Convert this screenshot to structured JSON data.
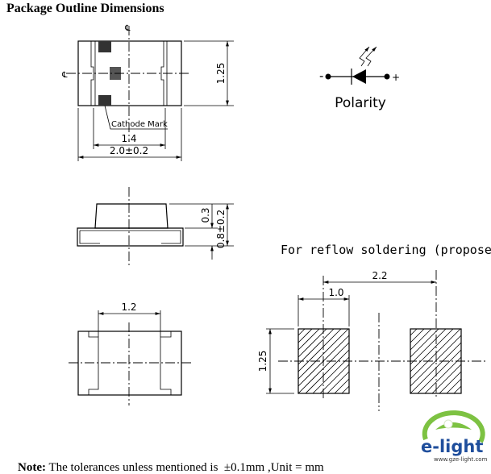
{
  "title": "Package Outline Dimensions",
  "top_view": {
    "centerline_mark": "℄",
    "cathode_label": "Cathode Mark",
    "dim_inner_width": "1.4",
    "dim_total_width": "2.0±0.2",
    "dim_height": "1.25"
  },
  "polarity": {
    "label": "Polarity",
    "minus": "-",
    "plus": "+"
  },
  "side_view": {
    "dim_lens": "0.3",
    "dim_total_height": "0.8±0.2"
  },
  "bottom_view": {
    "dim_pad_gap": "1.2"
  },
  "reflow": {
    "title": "For reflow soldering (propose)",
    "dim_pad_width": "1.0",
    "dim_pitch": "2.2",
    "dim_pad_height": "1.25"
  },
  "note": {
    "label": "Note:",
    "text": " The tolerances unless mentioned is  ±0.1mm ,Unit = mm"
  },
  "logo": {
    "brand": "e-light",
    "url": "www.gze-light.com",
    "colors": {
      "green": "#7dc242",
      "blue": "#1f4e9c"
    }
  }
}
